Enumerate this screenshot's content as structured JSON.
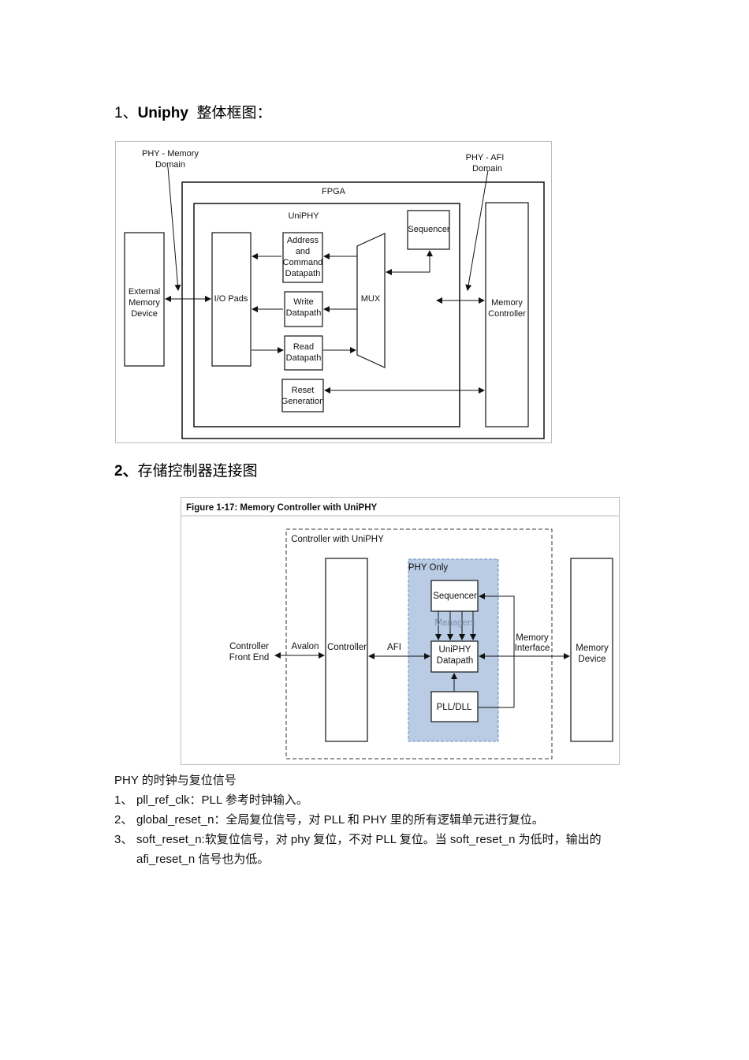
{
  "section1": {
    "number": "1、",
    "bold": "Uniphy",
    "rest": "整体框图："
  },
  "figure1": {
    "phy_memory_domain": [
      "PHY - Memory",
      "Domain"
    ],
    "phy_afi_domain": [
      "PHY - AFI",
      "Domain"
    ],
    "fpga": "FPGA",
    "uniphy": "UniPHY",
    "sequencer": "Sequencer",
    "external_memory": [
      "External",
      "Memory",
      "Device"
    ],
    "io_pads": "I/O Pads",
    "address_cmd": [
      "Address",
      "and",
      "Command",
      "Datapath"
    ],
    "write_dp": [
      "Write",
      "Datapath"
    ],
    "read_dp": [
      "Read",
      "Datapath"
    ],
    "reset_gen": [
      "Reset",
      "Generation"
    ],
    "mux": "MUX",
    "memory_controller": [
      "Memory",
      "Controller"
    ]
  },
  "section2": {
    "number": "2、",
    "rest": "存储控制器连接图"
  },
  "figure2": {
    "caption": "Figure 1-17: Memory Controller with UniPHY",
    "controller_with_uniphy": "Controller with UniPHY",
    "phy_only": "PHY Only",
    "sequencer": "Sequencer",
    "managers": "Managers",
    "uniphy_datapath": [
      "UniPHY",
      "Datapath"
    ],
    "pll_dll": "PLL/DLL",
    "controller_front_end": [
      "Controller",
      "Front End"
    ],
    "avalon": "Avalon",
    "controller": "Controller",
    "afi": "AFI",
    "memory_interface": [
      "Memory",
      "Interface"
    ],
    "memory_device": [
      "Memory",
      "Device"
    ]
  },
  "body": {
    "intro": "PHY 的时钟与复位信号",
    "items": [
      {
        "num": "1、",
        "text": "pll_ref_clk：PLL 参考时钟输入。"
      },
      {
        "num": "2、",
        "text": "global_reset_n：全局复位信号，对 PLL 和 PHY 里的所有逻辑单元进行复位。"
      },
      {
        "num": "3、",
        "text": "soft_reset_n:软复位信号，对 phy 复位，不对 PLL 复位。当 soft_reset_n 为低时，输出的"
      }
    ],
    "continuation": "afi_reset_n 信号也为低。"
  },
  "colors": {
    "phy_only_fill": "#b9cce4",
    "phy_only_stroke": "#6d8fbf"
  }
}
